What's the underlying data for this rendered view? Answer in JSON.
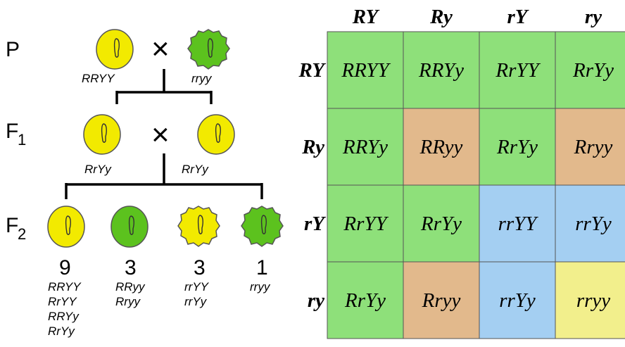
{
  "left": {
    "generations": [
      "P",
      "F",
      "F"
    ],
    "subscripts": [
      "",
      "1",
      "2"
    ],
    "cross_symbol": "×",
    "parents": {
      "left": "RRYY",
      "right": "rryy"
    },
    "f1": {
      "left": "RrYy",
      "right": "RrYy"
    },
    "f2": [
      {
        "count": "9",
        "genotypes": [
          "RRYY",
          "RrYY",
          "RRYy",
          "RrYy"
        ]
      },
      {
        "count": "3",
        "genotypes": [
          "RRyy",
          "Rryy"
        ]
      },
      {
        "count": "3",
        "genotypes": [
          "rrYY",
          "rrYy"
        ]
      },
      {
        "count": "1",
        "genotypes": [
          "rryy"
        ]
      }
    ]
  },
  "punnett": {
    "col_headers": [
      "RY",
      "Ry",
      "rY",
      "ry"
    ],
    "row_headers": [
      "RY",
      "Ry",
      "rY",
      "ry"
    ],
    "cells": [
      [
        "RRYY",
        "RRYy",
        "RrYY",
        "RrYy"
      ],
      [
        "RRYy",
        "RRyy",
        "RrYy",
        "Rryy"
      ],
      [
        "RrYY",
        "RrYy",
        "rrYY",
        "rrYy"
      ],
      [
        "RrYy",
        "Rryy",
        "rrYy",
        "rryy"
      ]
    ],
    "colors": {
      "yellow_round": "#8ee07a",
      "green_round": "#e2b98c",
      "yellow_wrinkled": "#a4cff2",
      "green_wrinkled": "#f2ef8c"
    }
  },
  "pea_colors": {
    "yellow": "#f2ea00",
    "green": "#5cc21e",
    "outline": "#555555"
  }
}
